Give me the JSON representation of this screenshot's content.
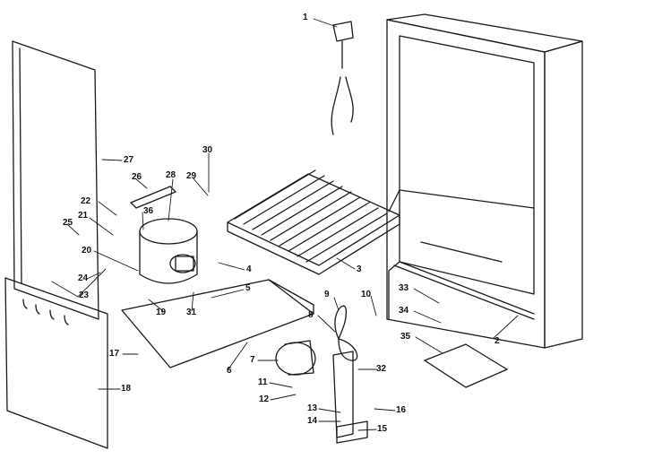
{
  "diagram": {
    "callouts": [
      "1",
      "2",
      "3",
      "4",
      "5",
      "6",
      "7",
      "8",
      "9",
      "10",
      "11",
      "12",
      "13",
      "14",
      "15",
      "16",
      "17",
      "18",
      "19",
      "20",
      "21",
      "22",
      "23",
      "24",
      "25",
      "26",
      "27",
      "28",
      "29",
      "30",
      "31",
      "32",
      "33",
      "34",
      "35",
      "36"
    ]
  },
  "colors": {
    "ink": "#1a1a1a",
    "paper": "#ffffff"
  }
}
